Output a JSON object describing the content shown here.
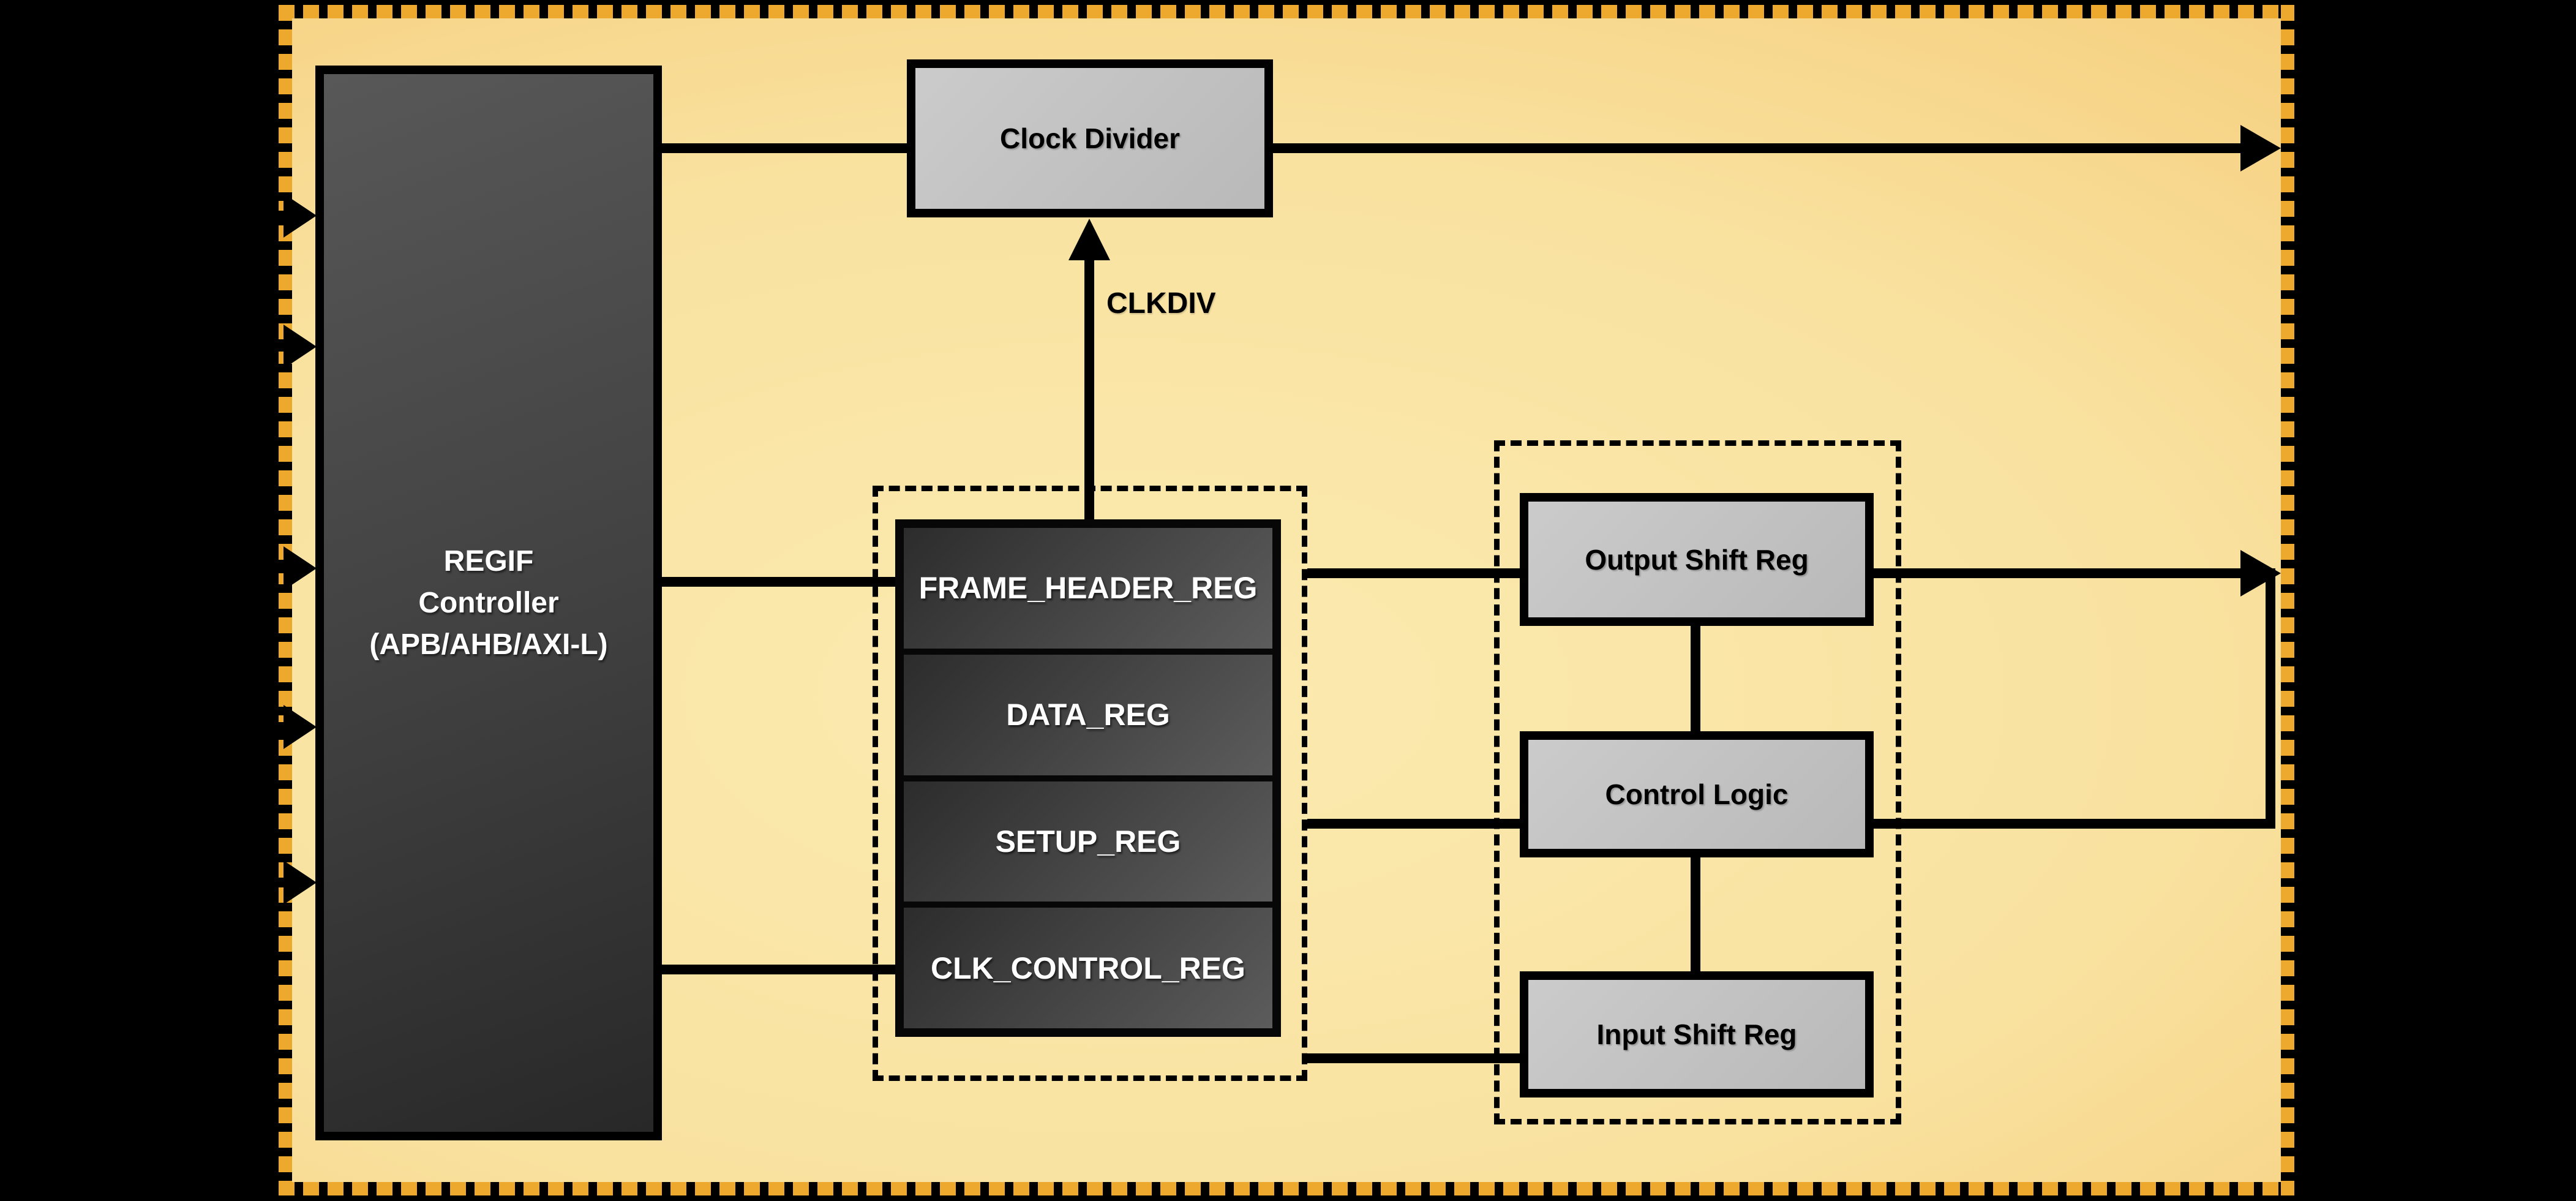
{
  "blocks": {
    "regif": {
      "line1": "REGIF",
      "line2": "Controller",
      "line3": "(APB/AHB/AXI-L)"
    },
    "clock_divider": "Clock Divider",
    "registers": [
      "FRAME_HEADER_REG",
      "DATA_REG",
      "SETUP_REG",
      "CLK_CONTROL_REG"
    ],
    "output_shift_reg": "Output Shift Reg",
    "control_logic": "Control Logic",
    "input_shift_reg": "Input Shift Reg"
  },
  "labels": {
    "clkdiv": "CLKDIV"
  },
  "colors": {
    "outer_background": "#000000",
    "board_center": "#fbeab0",
    "board_edge": "#eda832",
    "frame_dash": "#eda92e",
    "group_dash": "#000000",
    "block_gray": "#c3c3c3",
    "block_dark": "#3f3f3f",
    "signal_line": "#000000",
    "text_light": "#ffffff",
    "text_dark": "#000000"
  }
}
